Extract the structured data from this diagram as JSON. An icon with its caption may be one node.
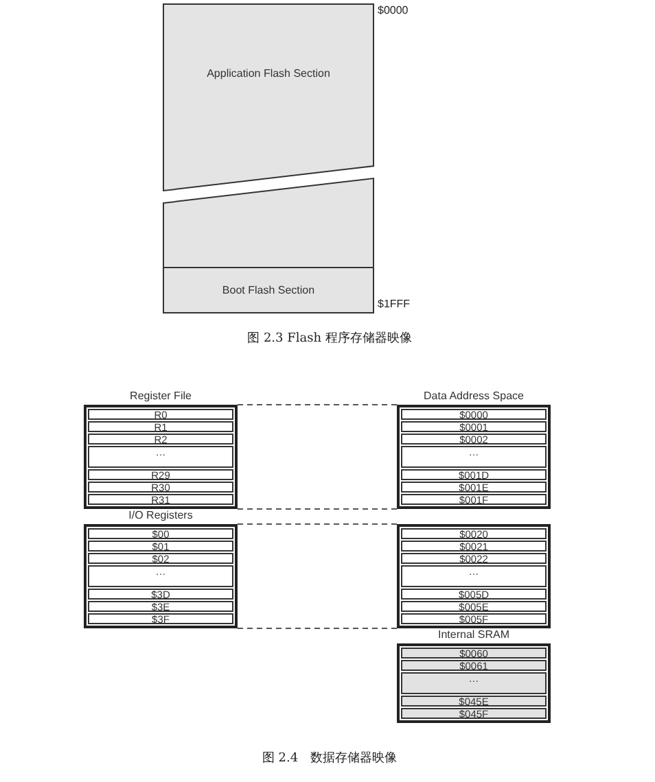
{
  "diagram": {
    "nodes": [
      {
        "text": [
          "Application Flash Section"
        ],
        "beside": [
          "$0000"
        ]
      },
      {
        "text": [],
        "shape": "box"
      },
      {
        "text": [
          "Boot Flash Section"
        ],
        "beside": [
          "$1FFF"
        ]
      },
      {
        "text": [
          "Register File"
        ]
      },
      {
        "text": [
          "R0"
        ],
        "in": 3
      },
      {
        "text": [
          "R1"
        ],
        "in": 3
      },
      {
        "text": [
          "R2"
        ],
        "in": 3
      },
      {
        "text": [
          "…"
        ],
        "in": 3
      },
      {
        "text": [
          "R29"
        ],
        "in": 3
      },
      {
        "text": [
          "R30"
        ],
        "in": 3
      },
      {
        "text": [
          "R31"
        ],
        "in": 3
      },
      {
        "text": [
          "Data Address Space"
        ]
      },
      {
        "text": [
          "$0000"
        ],
        "in": 11
      },
      {
        "text": [
          "$0001"
        ],
        "in": 11
      },
      {
        "text": [
          "$0002"
        ],
        "in": 11
      },
      {
        "text": [
          "…"
        ],
        "in": 11
      },
      {
        "text": [
          "$001D"
        ],
        "in": 11
      },
      {
        "text": [
          "$001E"
        ],
        "in": 11
      },
      {
        "text": [
          "$001F"
        ],
        "in": 11
      },
      {
        "text": [
          "I/O Registers"
        ]
      },
      {
        "text": [
          "$00"
        ],
        "in": 19
      },
      {
        "text": [
          "$01"
        ],
        "in": 19
      },
      {
        "text": [
          "$02"
        ],
        "in": 19
      },
      {
        "text": [
          "…"
        ],
        "in": 19
      },
      {
        "text": [
          "$3D"
        ],
        "in": 19
      },
      {
        "text": [
          "$3E"
        ],
        "in": 19
      },
      {
        "text": [
          "$3F"
        ],
        "in": 19
      },
      {
        "text": [],
        "shape": "box"
      },
      {
        "text": [
          "$0020"
        ],
        "in": 27
      },
      {
        "text": [
          "$0021"
        ],
        "in": 27
      },
      {
        "text": [
          "$0022"
        ],
        "in": 27
      },
      {
        "text": [
          "…"
        ],
        "in": 27
      },
      {
        "text": [
          "$005D"
        ],
        "in": 27
      },
      {
        "text": [
          "$005E"
        ],
        "in": 27
      },
      {
        "text": [
          "$005F"
        ],
        "in": 27
      },
      {
        "text": [
          "Internal SRAM"
        ]
      },
      {
        "text": [
          "$0060"
        ],
        "in": 35
      },
      {
        "text": [
          "$0061"
        ],
        "in": 35
      },
      {
        "text": [
          "…"
        ],
        "in": 35
      },
      {
        "text": [
          "$045E"
        ],
        "in": 35
      },
      {
        "text": [
          "$045F"
        ],
        "in": 35
      }
    ],
    "edges": [
      {
        "from": 3,
        "to": 11,
        "arrow": "none",
        "style": "dashed"
      },
      {
        "from": 3,
        "to": 11,
        "arrow": "none",
        "style": "dashed"
      },
      {
        "from": 19,
        "to": 27,
        "arrow": "none",
        "style": "dashed"
      },
      {
        "from": 19,
        "to": 27,
        "arrow": "none",
        "style": "dashed"
      }
    ],
    "labels": [
      "图 2.3 Flash 程序存储器映像",
      "图 2.4　数据存储器映像"
    ]
  }
}
